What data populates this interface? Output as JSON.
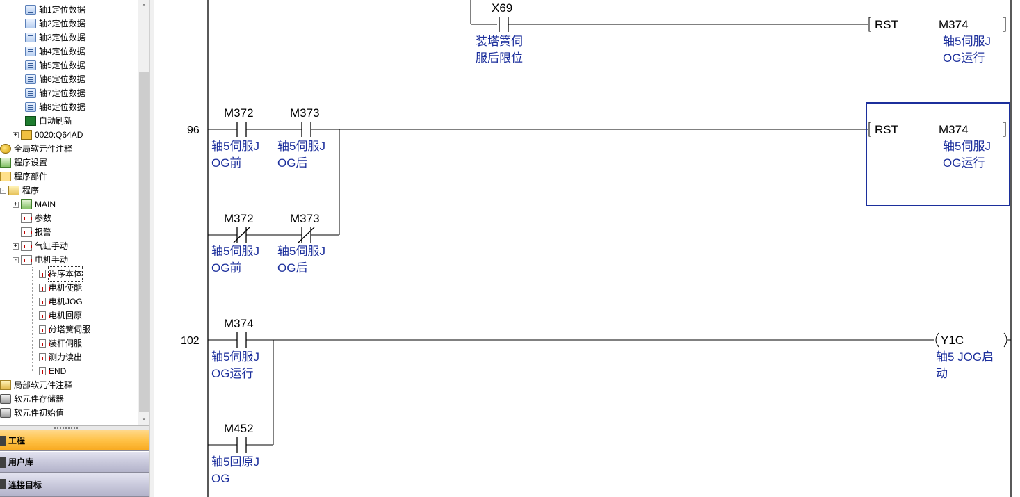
{
  "tree": {
    "items": [
      {
        "label": "轴1定位数据",
        "icon": "data-icon",
        "indent": 2
      },
      {
        "label": "轴2定位数据",
        "icon": "data-icon",
        "indent": 2
      },
      {
        "label": "轴3定位数据",
        "icon": "data-icon",
        "indent": 2
      },
      {
        "label": "轴4定位数据",
        "icon": "data-icon",
        "indent": 2
      },
      {
        "label": "轴5定位数据",
        "icon": "data-icon",
        "indent": 2
      },
      {
        "label": "轴6定位数据",
        "icon": "data-icon",
        "indent": 2
      },
      {
        "label": "轴7定位数据",
        "icon": "data-icon",
        "indent": 2
      },
      {
        "label": "轴8定位数据",
        "icon": "data-icon",
        "indent": 2
      },
      {
        "label": "自动刷新",
        "icon": "refresh-icon",
        "indent": 2
      },
      {
        "label": "0020:Q64AD",
        "icon": "module-icon",
        "indent": 1,
        "expander": "+"
      },
      {
        "label": "全局软元件注释",
        "icon": "global-comment-icon",
        "indent": 0
      },
      {
        "label": "程序设置",
        "icon": "program-setting-icon",
        "indent": 0
      },
      {
        "label": "程序部件",
        "icon": "program-parts-icon",
        "indent": 0
      },
      {
        "label": "程序",
        "icon": "folder-icon",
        "indent": 0,
        "expander": "−"
      },
      {
        "label": "MAIN",
        "icon": "main-program-icon",
        "indent": 1,
        "expander": "+"
      },
      {
        "label": "参数",
        "icon": "program-icon",
        "indent": 1
      },
      {
        "label": "报警",
        "icon": "program-icon",
        "indent": 1
      },
      {
        "label": "气缸手动",
        "icon": "program-icon",
        "indent": 1,
        "expander": "+"
      },
      {
        "label": "电机手动",
        "icon": "program-icon",
        "indent": 1,
        "expander": "−"
      },
      {
        "label": "程序本体",
        "icon": "program-icon",
        "indent": 2,
        "selected": true
      },
      {
        "label": "电机使能",
        "icon": "program-icon",
        "indent": 2
      },
      {
        "label": "电机JOG",
        "icon": "program-icon",
        "indent": 2
      },
      {
        "label": "电机回原",
        "icon": "program-icon",
        "indent": 2
      },
      {
        "label": "分塔簧伺服",
        "icon": "program-icon",
        "indent": 2
      },
      {
        "label": "装杆伺服",
        "icon": "program-icon",
        "indent": 2
      },
      {
        "label": "测力读出",
        "icon": "program-icon",
        "indent": 2
      },
      {
        "label": "END",
        "icon": "program-icon",
        "indent": 2
      },
      {
        "label": "局部软元件注释",
        "icon": "local-comment-icon",
        "indent": 0
      },
      {
        "label": "软元件存储器",
        "icon": "device-memory-icon",
        "indent": 0
      },
      {
        "label": "软元件初始值",
        "icon": "device-init-icon",
        "indent": 0
      }
    ]
  },
  "nav": {
    "project": "工程",
    "user_library": "用户库",
    "connection": "连接目标"
  },
  "ladder": {
    "rung_top": {
      "contact": {
        "device": "X69",
        "comment1": "装塔簧伺",
        "comment2": "服后限位"
      },
      "instruction": {
        "op": "RST",
        "device": "M374",
        "comment1": "轴5伺服J",
        "comment2": "OG运行"
      }
    },
    "rung_96": {
      "step": "96",
      "contacts": [
        {
          "device": "M372",
          "comment1": "轴5伺服J",
          "comment2": "OG前"
        },
        {
          "device": "M373",
          "comment1": "轴5伺服J",
          "comment2": "OG后"
        },
        {
          "device": "M372",
          "comment1": "轴5伺服J",
          "comment2": "OG前"
        },
        {
          "device": "M373",
          "comment1": "轴5伺服J",
          "comment2": "OG后"
        }
      ],
      "instruction": {
        "op": "RST",
        "device": "M374",
        "comment1": "轴5伺服J",
        "comment2": "OG运行"
      }
    },
    "rung_102": {
      "step": "102",
      "contacts": [
        {
          "device": "M374",
          "comment1": "轴5伺服J",
          "comment2": "OG运行"
        },
        {
          "device": "M452",
          "comment1": "轴5回原J",
          "comment2": "OG"
        }
      ],
      "coil": {
        "device": "Y1C",
        "comment1": "轴5 JOG启",
        "comment2": "动"
      }
    }
  }
}
